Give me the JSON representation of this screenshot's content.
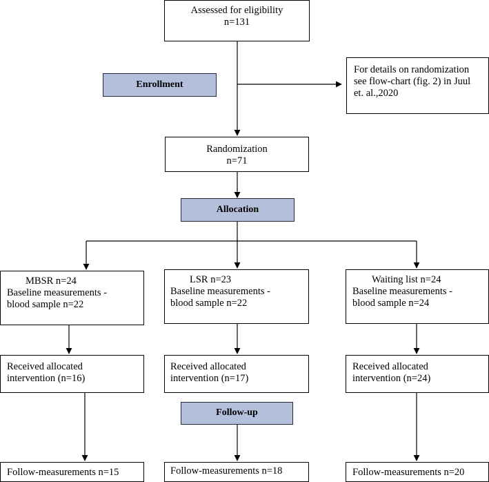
{
  "colors": {
    "stage_fill": "#b4c0db",
    "stage_border": "#1f2a3a",
    "line": "#000000",
    "box_border": "#000000"
  },
  "stages": {
    "enrollment": "Enrollment",
    "allocation": "Allocation",
    "follow_up": "Follow-up"
  },
  "assessed": {
    "line1": "Assessed for eligibility",
    "line2": "n=131"
  },
  "randomization_note": {
    "line1": "For details on randomization",
    "line2": "see flow-chart (fig. 2) in Juul",
    "line3": "et. al.,2020"
  },
  "randomization": {
    "line1": "Randomization",
    "line2": "n=71"
  },
  "arms": {
    "mbsr": {
      "group": "MBSR n=24",
      "baseline_1": "Baseline measurements -",
      "baseline_2": "blood sample n=22",
      "received_1": "Received allocated",
      "received_2": "intervention (n=16)",
      "follow": "Follow-measurements n=15"
    },
    "lsr": {
      "group": "LSR n=23",
      "baseline_1": "Baseline measurements -",
      "baseline_2": "blood sample n=22",
      "received_1": "Received allocated",
      "received_2": "intervention (n=17)",
      "follow": "Follow-measurements n=18"
    },
    "waiting": {
      "group": "Waiting list n=24",
      "baseline_1": "Baseline measurements -",
      "baseline_2": "blood sample n=24",
      "received_1": "Received allocated",
      "received_2": "intervention (n=24)",
      "follow": "Follow-measurements n=20"
    }
  }
}
